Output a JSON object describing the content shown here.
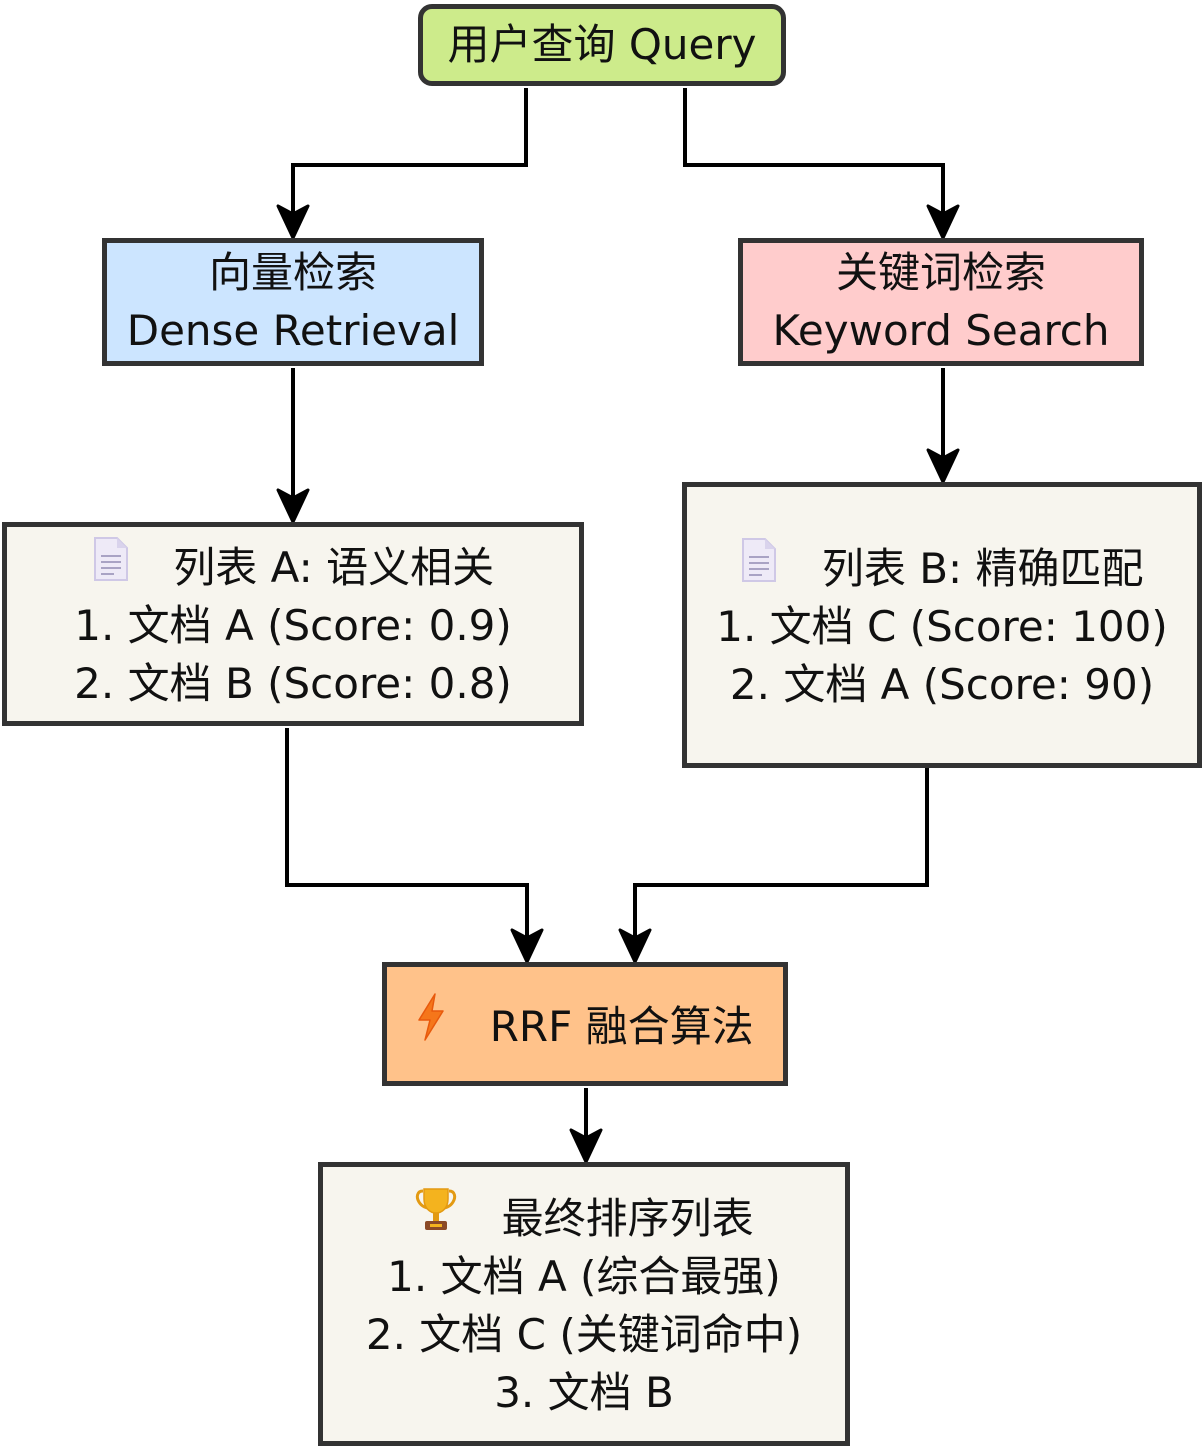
{
  "colors": {
    "query_fill": "#cdeb8b",
    "dense_fill": "#cce5ff",
    "keyword_fill": "#ffcccc",
    "list_fill": "#f7f5ee",
    "rrf_fill": "#ffc28a",
    "stroke": "#333333",
    "arrow": "#000000"
  },
  "nodes": {
    "query": {
      "label": "用户查询 Query"
    },
    "dense": {
      "title": "向量检索",
      "subtitle": "Dense Retrieval"
    },
    "keyword": {
      "title": "关键词检索",
      "subtitle": "Keyword Search"
    },
    "list_a": {
      "icon": "document-icon",
      "title": "列表 A: 语义相关",
      "items": [
        "1. 文档 A (Score: 0.9)",
        "2. 文档 B (Score: 0.8)"
      ]
    },
    "list_b": {
      "icon": "document-icon",
      "title": "列表 B: 精确匹配",
      "items": [
        "1. 文档 C (Score: 100)",
        "2. 文档 A (Score: 90)"
      ]
    },
    "rrf": {
      "icon": "lightning-icon",
      "label": "RRF 融合算法"
    },
    "final": {
      "icon": "trophy-icon",
      "title": "最终排序列表",
      "items": [
        "1. 文档 A (综合最强)",
        "2. 文档 C (关键词命中)",
        "3. 文档 B"
      ]
    }
  },
  "edges": [
    {
      "from": "query",
      "to": "dense"
    },
    {
      "from": "query",
      "to": "keyword"
    },
    {
      "from": "dense",
      "to": "list_a"
    },
    {
      "from": "keyword",
      "to": "list_b"
    },
    {
      "from": "list_a",
      "to": "rrf"
    },
    {
      "from": "list_b",
      "to": "rrf"
    },
    {
      "from": "rrf",
      "to": "final"
    }
  ]
}
